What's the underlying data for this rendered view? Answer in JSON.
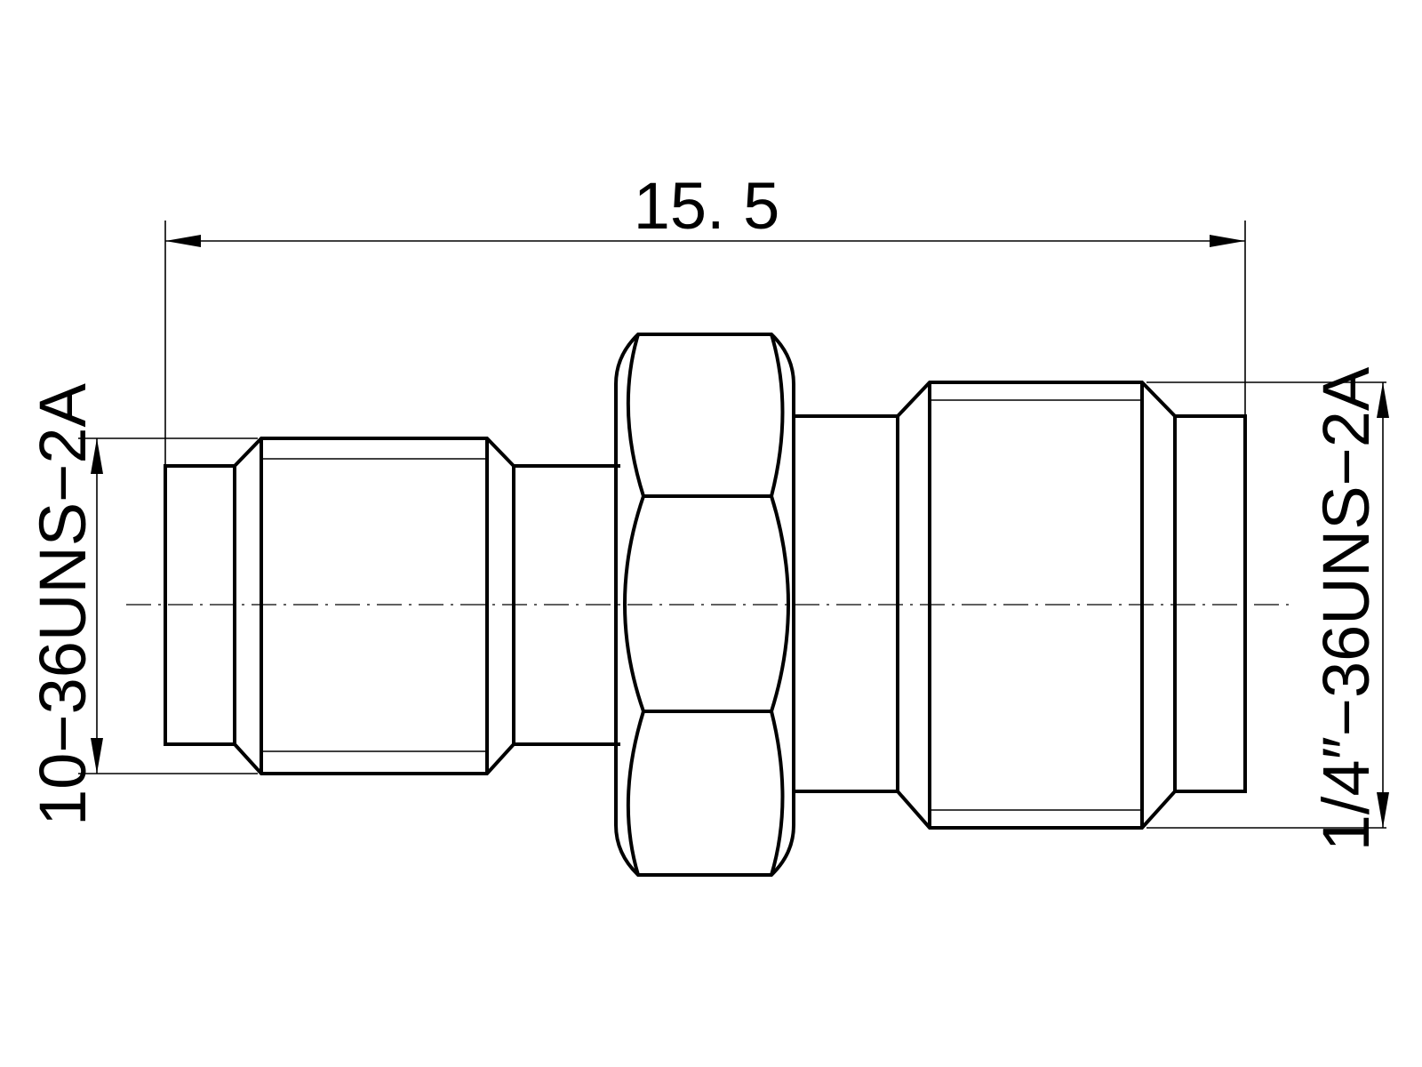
{
  "dimensions": {
    "overall_length": "15. 5",
    "left_thread": "10−36UNS−2A",
    "right_thread": "1/4″−36UNS−2A"
  },
  "colors": {
    "line": "#000000",
    "background": "#ffffff"
  }
}
